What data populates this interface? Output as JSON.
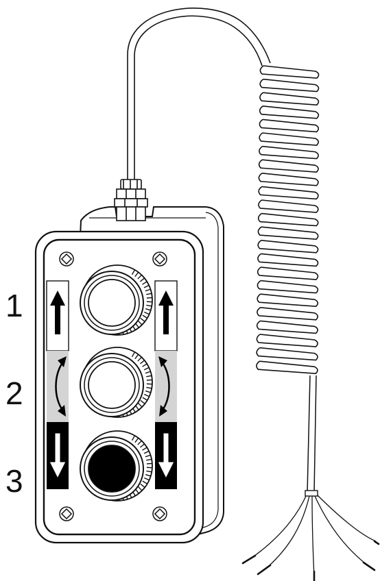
{
  "labels": {
    "step_1": "1",
    "step_2": "2",
    "step_3": "3"
  },
  "rows": [
    {
      "id": "up",
      "meaning": "arrow-up-icon",
      "band_color": "#ffffff",
      "button_fill": "#ffffff"
    },
    {
      "id": "rotate",
      "meaning": "rotate-arrows-icon",
      "band_color": "#d4d4d4",
      "button_fill": "#ffffff"
    },
    {
      "id": "down",
      "meaning": "arrow-down-icon",
      "band_color": "#000000",
      "button_fill": "#000000"
    }
  ],
  "colors": {
    "ink": "#111111",
    "band_grey": "#d4d4d4",
    "background": "#ffffff"
  }
}
